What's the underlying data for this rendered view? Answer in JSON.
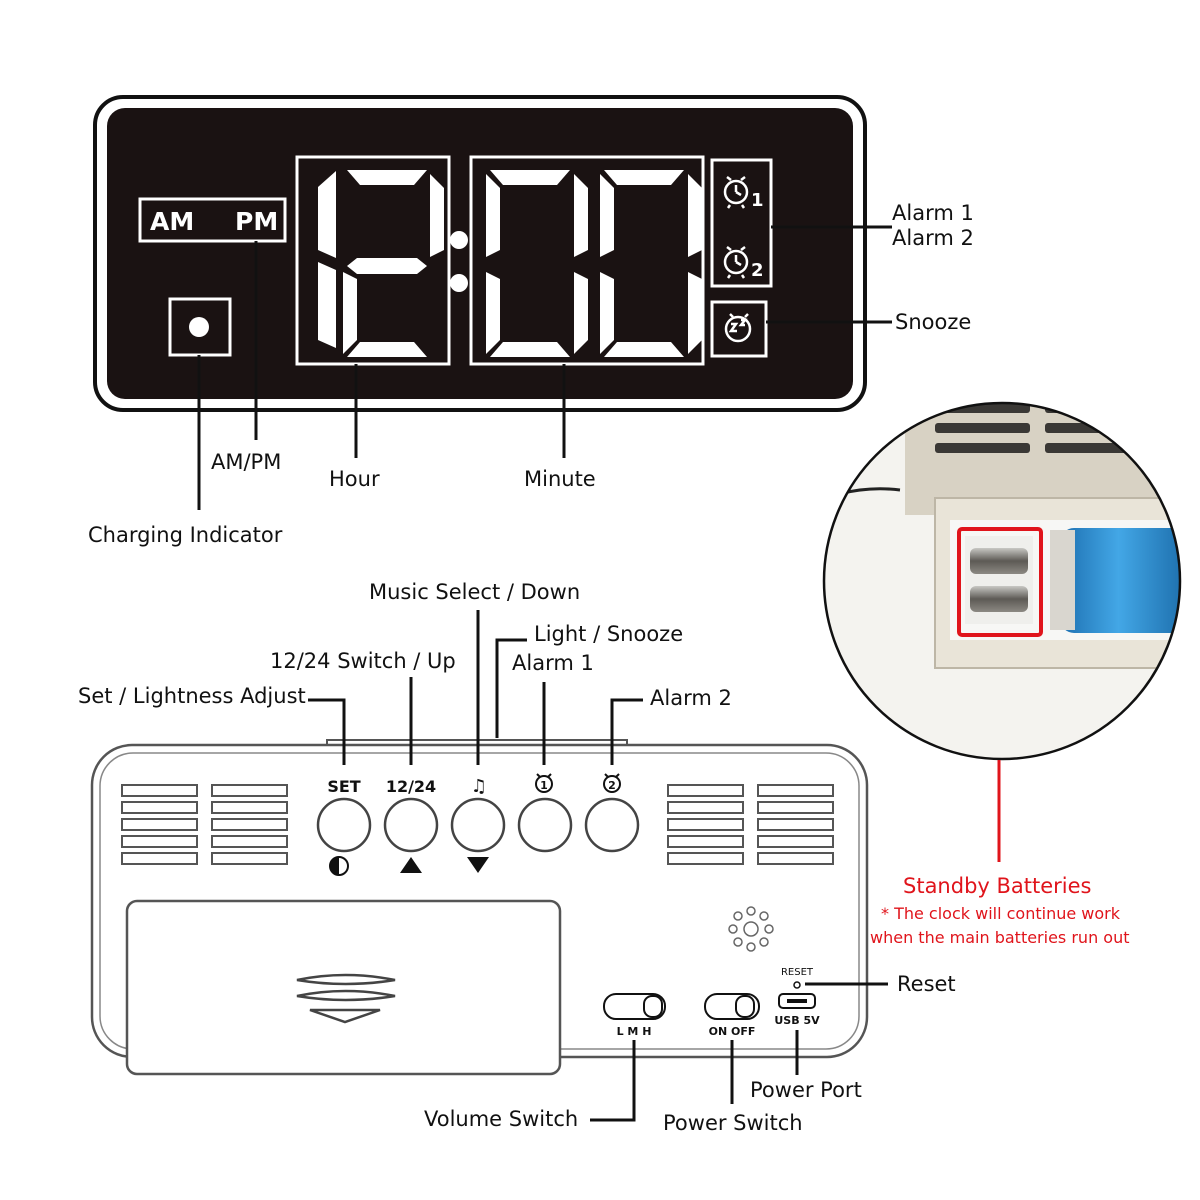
{
  "display": {
    "am": "AM",
    "pm": "PM",
    "hour_digits": "12",
    "minute_digits": "00",
    "alarm1_num": "1",
    "alarm2_num": "2"
  },
  "labels": {
    "alarm1": "Alarm 1",
    "alarm2": "Alarm 2",
    "snooze": "Snooze",
    "ampm": "AM/PM",
    "hour": "Hour",
    "minute": "Minute",
    "charging": "Charging Indicator",
    "music": "Music Select / Down",
    "light": "Light / Snooze",
    "switch1224": "12/24 Switch / Up",
    "alarm1_btn": "Alarm 1",
    "set": "Set / Lightness Adjust",
    "alarm2_btn": "Alarm 2",
    "reset": "Reset",
    "power_port": "Power Port",
    "volume": "Volume Switch",
    "power_switch": "Power Switch"
  },
  "buttons": {
    "set": "SET",
    "b1224": "12/24",
    "music": "♫",
    "alarm1": "1",
    "alarm2": "2"
  },
  "back_panel": {
    "reset_text": "RESET",
    "volume_marks": "L  M  H",
    "power_marks": "ON OFF",
    "usb_text": "USB 5V"
  },
  "batteries": {
    "title": "Standby Batteries",
    "note_line1": "* The clock will continue work",
    "note_line2": "when the main batteries run out"
  },
  "colors": {
    "panel": "#1a1212",
    "accent_red": "#e0141b",
    "battery_blue": "#2a8fd6"
  }
}
